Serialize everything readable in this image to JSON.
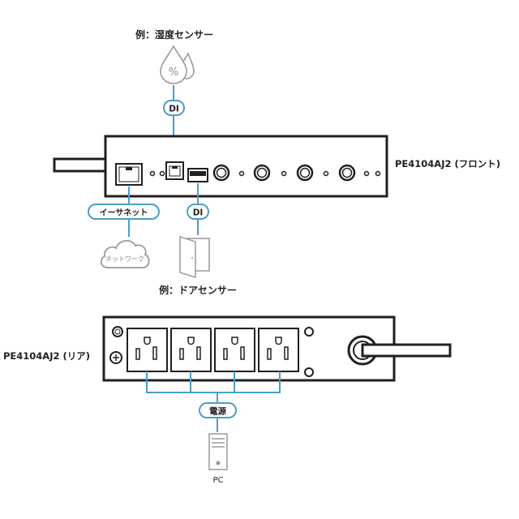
{
  "labels": {
    "humidity_sensor": "例：湿度センサー",
    "door_sensor": "例：ドアセンサー",
    "front_model": "PE4104AJ2 (フロント)",
    "rear_model": "PE4104AJ2 (リア)",
    "di_top": "DI",
    "di_bottom": "DI",
    "ethernet": "イーサネット",
    "network": "ネットワーク",
    "power": "電源",
    "pc": "PC",
    "humidity_symbol": "%"
  },
  "colors": {
    "connector": "#4a9fc7",
    "device_stroke": "#231f20",
    "peripheral_gray": "#9a9a9a"
  },
  "icons": {
    "humidity": "water-drops-icon",
    "network": "cloud-icon",
    "door": "door-icon",
    "pc": "pc-tower-icon"
  }
}
